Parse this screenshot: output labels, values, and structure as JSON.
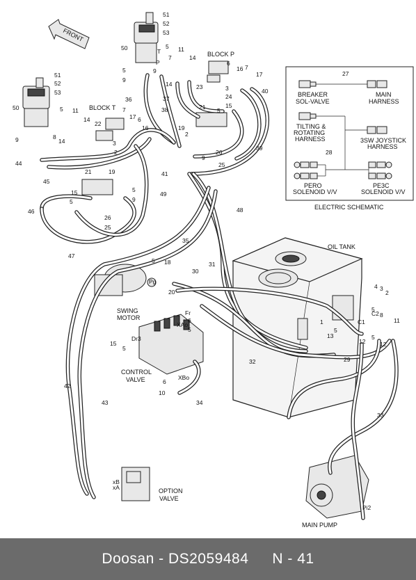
{
  "footer": {
    "brand_code": "Doosan - DS2059484",
    "page": "N - 41"
  },
  "labels": {
    "front": "FRONT",
    "block_p": "BLOCK P",
    "block_t": "BLOCK T",
    "oil_tank": "OIL TANK",
    "swing_motor_1": "SWING",
    "swing_motor_2": "MOTOR",
    "control_valve_1": "CONTROL",
    "control_valve_2": "VALVE",
    "option_valve_1": "OPTION",
    "option_valve_2": "VALVE",
    "main_pump": "MAIN PUMP",
    "port_pg": "Pg",
    "port_fr": "Fr",
    "port_xao": "XAo",
    "port_xbo": "XBo",
    "port_dr3": "Dr3",
    "port_xb": "xB",
    "port_xa": "xA",
    "port_pi2": "Pi2",
    "port_c2": "C2",
    "port_c1": "C1",
    "port_t": "T",
    "port_p": "P"
  },
  "schematic": {
    "title": "ELECTRIC SCHEMATIC",
    "ref_27": "27",
    "ref_28": "28",
    "breaker_1": "BREAKER",
    "breaker_2": "SOL-VALVE",
    "main_harness_1": "MAIN",
    "main_harness_2": "HARNESS",
    "tilting_1": "TILTING &",
    "tilting_2": "ROTATING",
    "tilting_3": "HARNESS",
    "joystick_1": "3SW JOYSTICK",
    "joystick_2": "HARNESS",
    "pero_1": "PERO",
    "pero_2": "SOLENOID V/V",
    "pe3c_1": "PE3C",
    "pe3c_2": "SOLENOID V/V"
  },
  "callouts": {
    "c51a": "51",
    "c52a": "52",
    "c53a": "53",
    "c50a": "50",
    "c5a": "5",
    "c11a": "11",
    "c14a": "14",
    "c7a": "7",
    "c9a": "9",
    "c5b": "5",
    "c9b": "9",
    "c14b": "14",
    "c37": "37",
    "c36": "36",
    "c38": "38",
    "c23": "23",
    "c3a": "3",
    "c24": "24",
    "c6a": "6",
    "c16a": "16",
    "c7b": "7",
    "c17a": "17",
    "c40": "40",
    "c21a": "21",
    "c5c": "5",
    "c15a": "15",
    "c19a": "19",
    "c2a": "2",
    "c9c": "9",
    "c26a": "26",
    "c25a": "25",
    "c39": "39",
    "c41": "41",
    "c48": "48",
    "c51b": "51",
    "c52b": "52",
    "c53b": "53",
    "c50b": "50",
    "c5d": "5",
    "c11b": "11",
    "c9d": "9",
    "c8a": "8",
    "c14c": "14",
    "c14d": "14",
    "c44": "44",
    "c45": "45",
    "c22": "22",
    "c7c": "7",
    "c17b": "17",
    "c6b": "6",
    "c16b": "16",
    "c3b": "3",
    "c2b": "2",
    "c21b": "21",
    "c19b": "19",
    "c5e": "5",
    "c9e": "9",
    "c15b": "15",
    "c5f": "5",
    "c26b": "26",
    "c25b": "25",
    "c49": "49",
    "c46": "46",
    "c47": "47",
    "c35": "35",
    "c5g": "5",
    "c18": "18",
    "c30": "30",
    "c31": "31",
    "c20": "20",
    "c6c": "6",
    "c5h": "5",
    "c15c": "15",
    "c5i": "5",
    "c6d": "6",
    "c10": "10",
    "c34": "34",
    "c42": "42",
    "c43": "43",
    "c32": "32",
    "c4": "4",
    "c3c": "3",
    "c2c": "2",
    "c5j": "5",
    "c8b": "8",
    "c11c": "11",
    "c1": "1",
    "c5k": "5",
    "c13": "13",
    "c12a": "12",
    "c5l": "5",
    "c12b": "12",
    "c29": "29",
    "c33": "33"
  }
}
